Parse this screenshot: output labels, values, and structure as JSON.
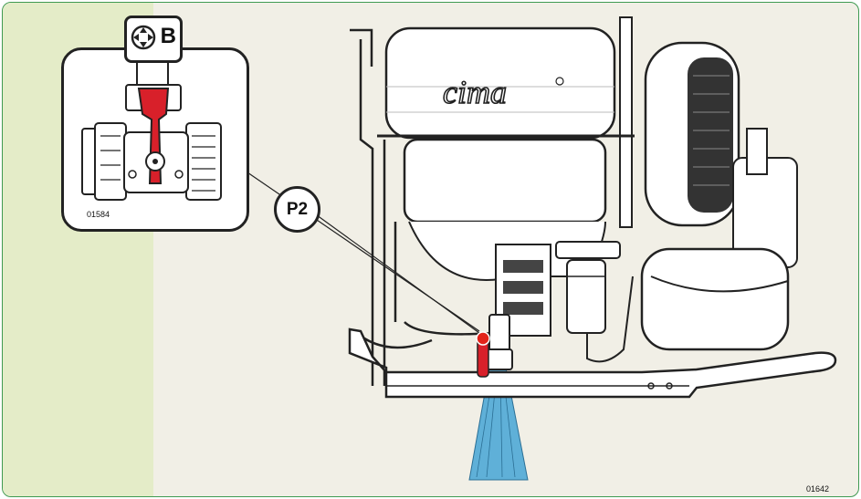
{
  "inset": {
    "badge_letter": "B",
    "code": "01584",
    "icon": "rotate-arrows-icon"
  },
  "callout": {
    "label": "P2"
  },
  "machine": {
    "brand": "cima"
  },
  "figure": {
    "code": "01642"
  },
  "colors": {
    "frame_border": "#3f9a52",
    "background": "#f1efe6",
    "side_band": "#e4ecc8",
    "valve_red": "#d8202a",
    "spray_blue": "#5fb0d8",
    "marker_red": "#e2231a"
  }
}
